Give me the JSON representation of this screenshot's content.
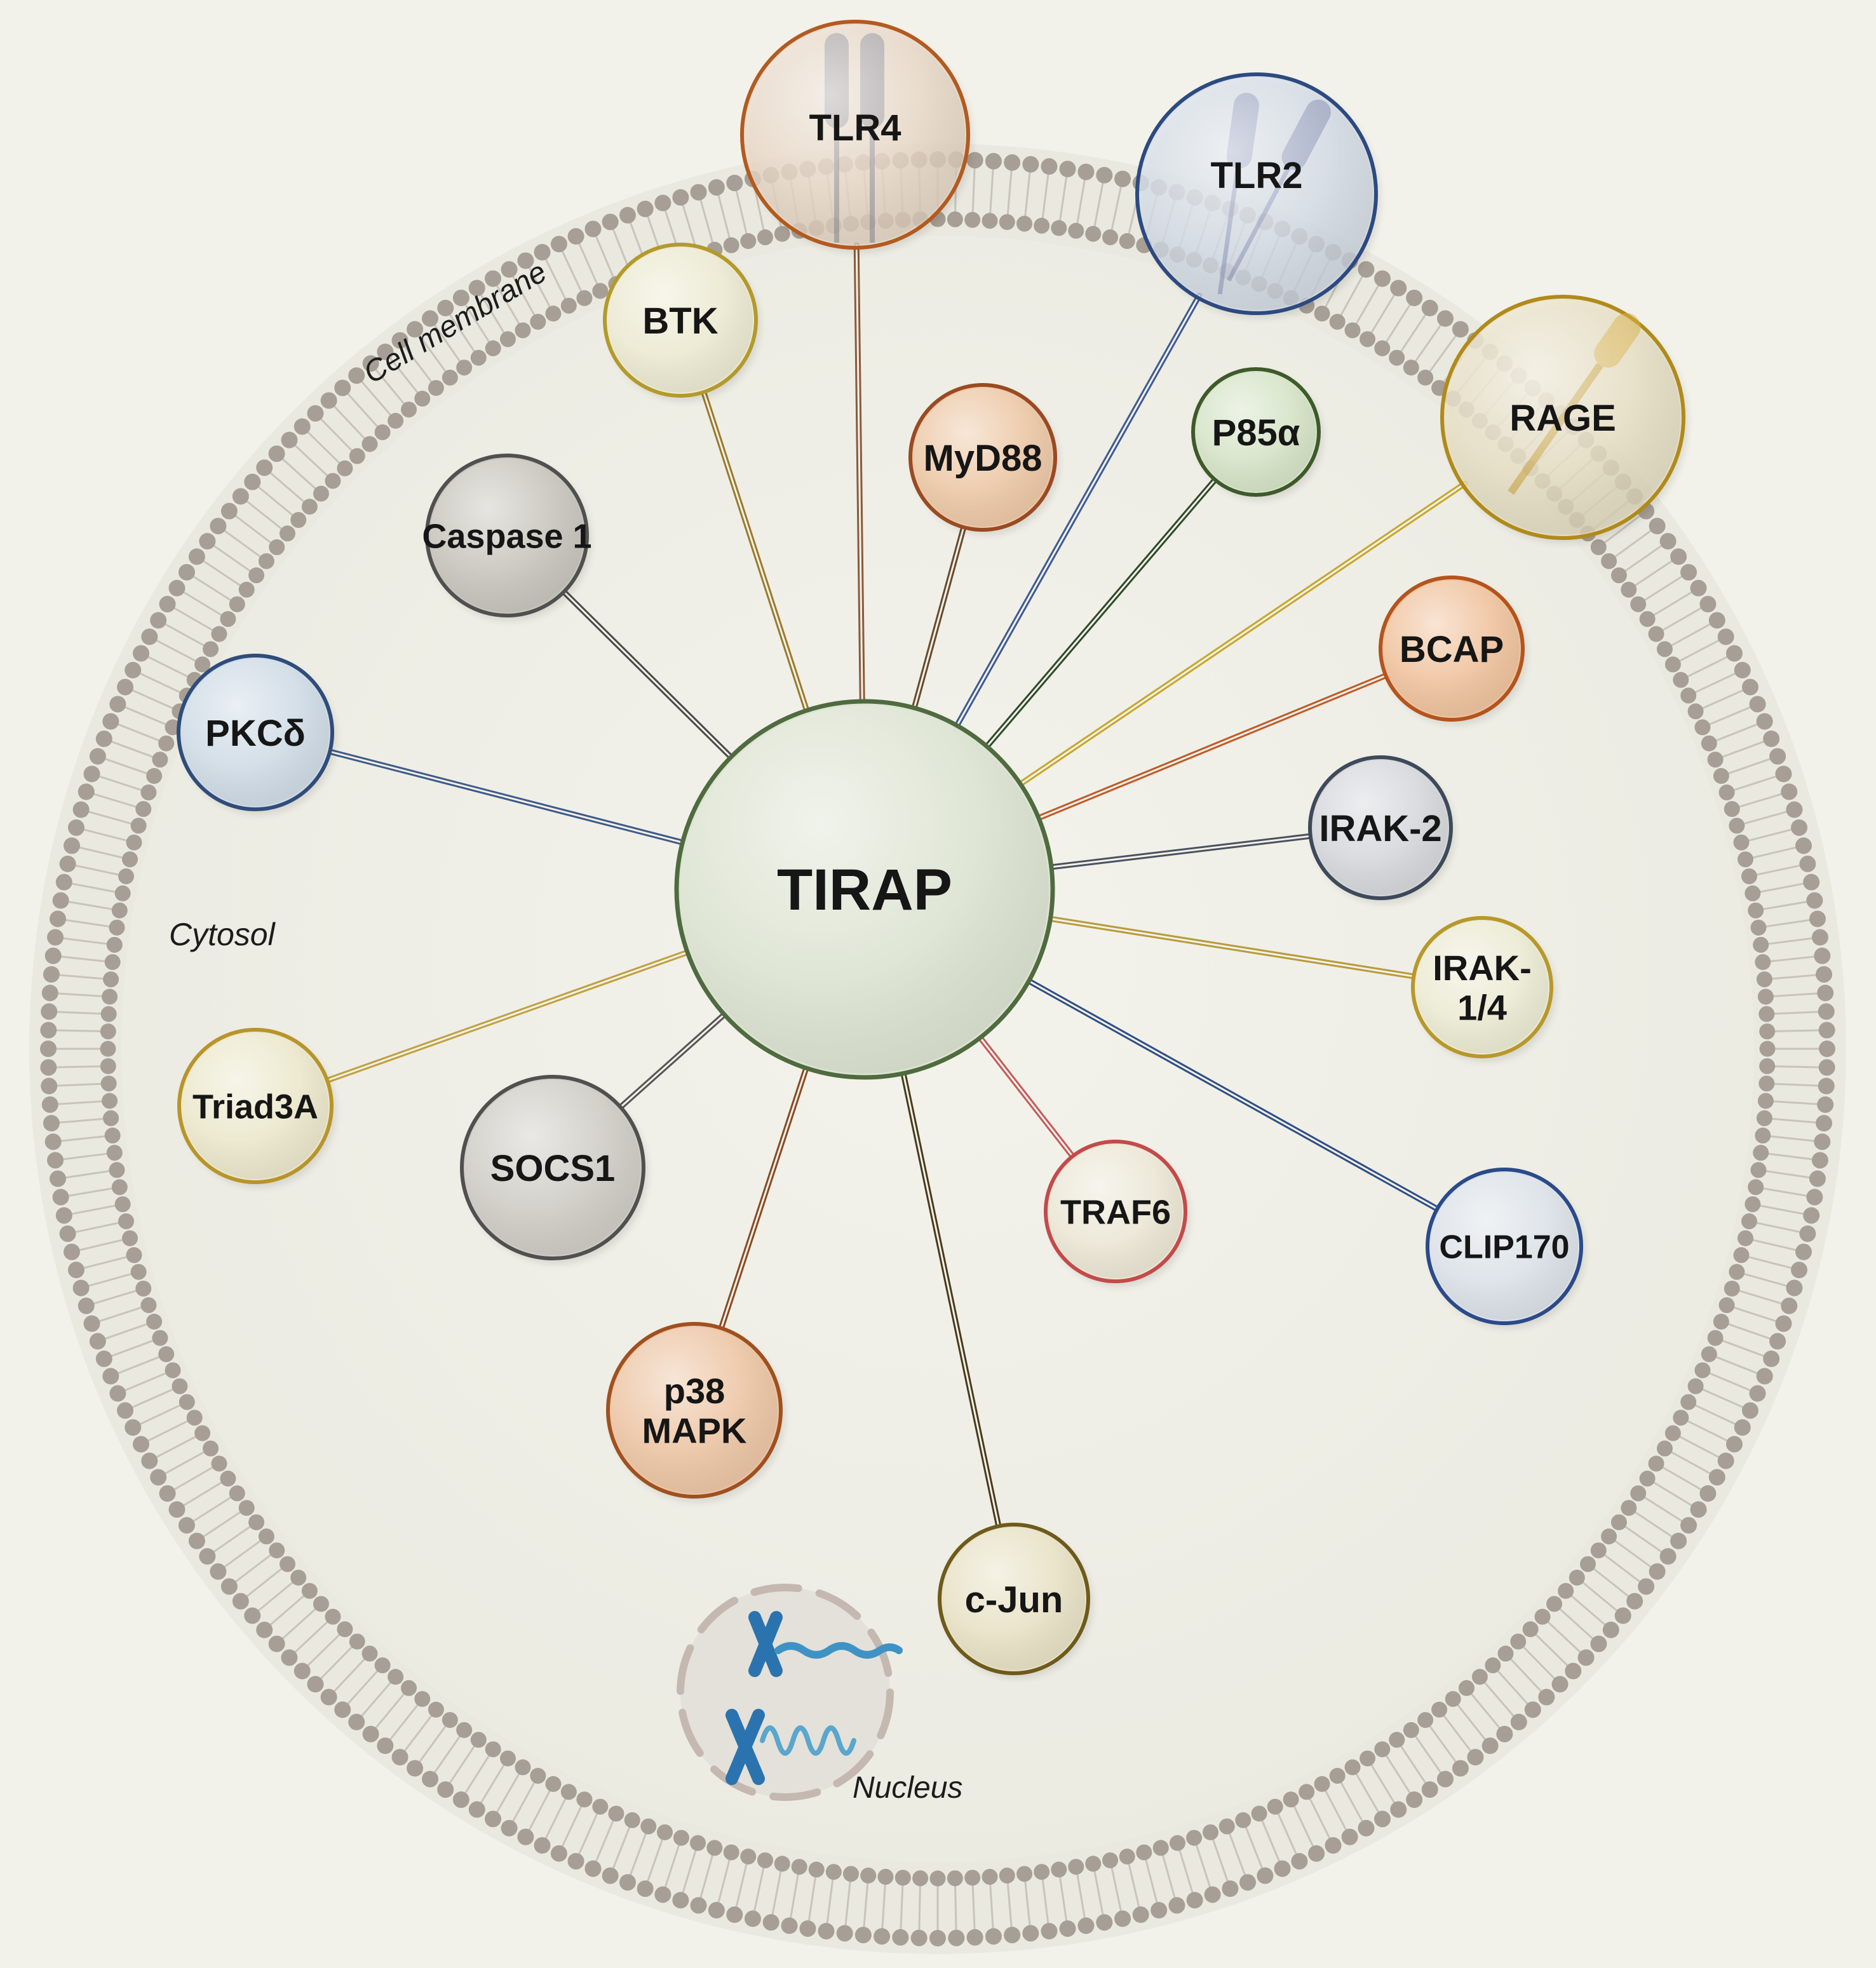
{
  "diagram": {
    "hub": {
      "id": "tirap",
      "label": "TIRAP",
      "fill": "#dfe5d4",
      "stroke": "#4f6b3f"
    },
    "regions": {
      "membrane": "Cell membrane",
      "cytosol": "Cytosol",
      "nucleus": "Nucleus"
    },
    "nodes": [
      {
        "id": "tlr4",
        "lines": [
          "TLR4"
        ],
        "fill": "#ead8c6",
        "stroke": "#b35a1f",
        "link": "#8a5a3a",
        "receptor": "tlr4"
      },
      {
        "id": "tlr2",
        "lines": [
          "TLR2"
        ],
        "fill": "#d4dce8",
        "stroke": "#2d4a80",
        "link": "#3e5a95",
        "receptor": "tlr2"
      },
      {
        "id": "rage",
        "lines": [
          "RAGE"
        ],
        "fill": "#e9e0c3",
        "stroke": "#b08a1a",
        "link": "#c7a62c",
        "receptor": "rage"
      },
      {
        "id": "btk",
        "lines": [
          "BTK"
        ],
        "fill": "#ecead2",
        "stroke": "#b39a2a",
        "link": "#9a7a2a"
      },
      {
        "id": "myd88",
        "lines": [
          "MyD88"
        ],
        "fill": "#edc9a8",
        "stroke": "#9a4a22",
        "link": "#6a4a2a"
      },
      {
        "id": "p85a",
        "lines": [
          "P85α"
        ],
        "fill": "#d6e4c8",
        "stroke": "#3e5a2a",
        "link": "#2e4a2a"
      },
      {
        "id": "caspase1",
        "lines": [
          "Caspase 1"
        ],
        "fill": "#c8c6bd",
        "stroke": "#505050",
        "link": "#4a4a4a"
      },
      {
        "id": "bcap",
        "lines": [
          "BCAP"
        ],
        "fill": "#f0c4a0",
        "stroke": "#b4541c",
        "link": "#c05a28"
      },
      {
        "id": "pkcd",
        "lines": [
          "PKCδ"
        ],
        "fill": "#d0dce6",
        "stroke": "#2f4d7a",
        "link": "#3e5a8a"
      },
      {
        "id": "irak2",
        "lines": [
          "IRAK-2"
        ],
        "fill": "#d6d8dc",
        "stroke": "#3e4a5a",
        "link": "#4a5260"
      },
      {
        "id": "irak14",
        "lines": [
          "IRAK-",
          "1/4"
        ],
        "fill": "#ecebd4",
        "stroke": "#b8982a",
        "link": "#b89a3a"
      },
      {
        "id": "triad3a",
        "lines": [
          "Triad3A"
        ],
        "fill": "#ece8cd",
        "stroke": "#b8942a",
        "link": "#c0a040"
      },
      {
        "id": "socs1",
        "lines": [
          "SOCS1"
        ],
        "fill": "#cfcdc6",
        "stroke": "#505050",
        "link": "#555555"
      },
      {
        "id": "traf6",
        "lines": [
          "TRAF6"
        ],
        "fill": "#ece7d6",
        "stroke": "#c44a4a",
        "link": "#c45a5a"
      },
      {
        "id": "clip170",
        "lines": [
          "CLIP170"
        ],
        "fill": "#dce2e8",
        "stroke": "#2a4a8a",
        "link": "#2e4e86"
      },
      {
        "id": "p38mapk",
        "lines": [
          "p38",
          "MAPK"
        ],
        "fill": "#edc6a6",
        "stroke": "#a0501f",
        "link": "#8a4a22"
      },
      {
        "id": "cjun",
        "lines": [
          "c-Jun"
        ],
        "fill": "#e8e2c6",
        "stroke": "#6e5a1a",
        "link": "#4a3a1a"
      }
    ]
  }
}
